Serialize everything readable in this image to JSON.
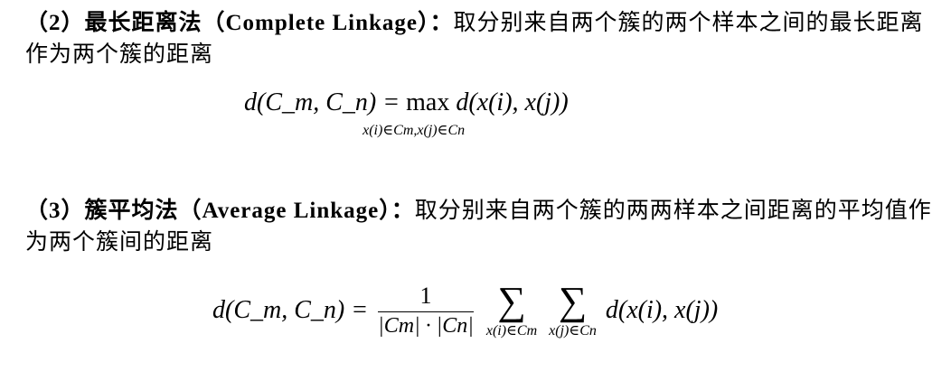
{
  "section2": {
    "heading": "（2）最长距离法（Complete Linkage）：",
    "text": "取分别来自两个簇的两个样本之间的最长距离作为两个簇的距离",
    "formula": {
      "lhs": "d(C_m, C_n) =",
      "operator": "max",
      "subscript": "x(i)∈Cm,x(j)∈Cn",
      "rhs": "d(x(i), x(j))"
    }
  },
  "section3": {
    "heading": "（3）簇平均法（Average Linkage）：",
    "text": "取分别来自两个簇的两两样本之间距离的平均值作为两个簇间的距离",
    "formula": {
      "lhs": "d(C_m, C_n) =",
      "numerator": "1",
      "denominator": "|Cm| · |Cn|",
      "sum1_subscript": "x(i)∈Cm",
      "sum2_subscript": "x(j)∈Cn",
      "rhs": "d(x(i), x(j))"
    }
  }
}
